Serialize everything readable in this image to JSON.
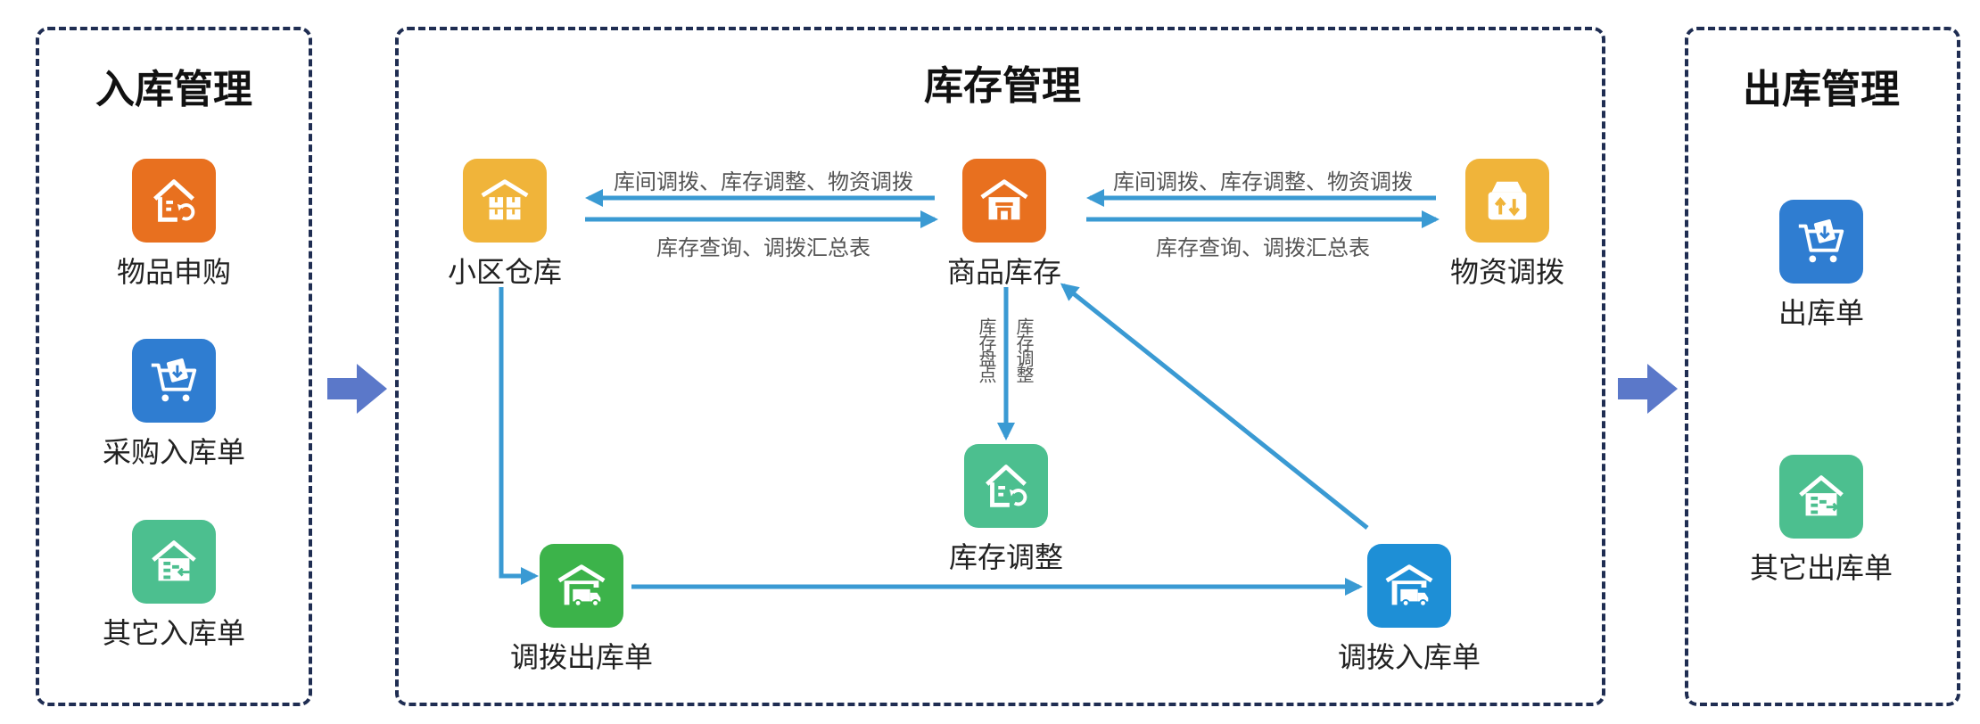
{
  "panels": {
    "inbound": {
      "title": "入库管理",
      "items": [
        {
          "label": "物品申购",
          "icon": "house-return-icon",
          "color": "#e8701f"
        },
        {
          "label": "采购入库单",
          "icon": "cart-download-icon",
          "color": "#2f7dd1"
        },
        {
          "label": "其它入库单",
          "icon": "house-inbound-icon",
          "color": "#4cbf8f"
        }
      ]
    },
    "inventory": {
      "title": "库存管理",
      "nodes": {
        "community": {
          "label": "小区仓库",
          "icon": "warehouse-boxes-icon",
          "color": "#f0b43a"
        },
        "goods": {
          "label": "商品库存",
          "icon": "store-icon",
          "color": "#e8701f"
        },
        "materials": {
          "label": "物资调拨",
          "icon": "box-transfer-icon",
          "color": "#f0b43a"
        },
        "adjust": {
          "label": "库存调整",
          "icon": "house-return-icon",
          "color": "#4cbf8f"
        },
        "transfer_out": {
          "label": "调拨出库单",
          "icon": "truck-warehouse-icon",
          "color": "#3cb34a"
        },
        "transfer_in": {
          "label": "调拨入库单",
          "icon": "truck-warehouse-icon",
          "color": "#1e8fd6"
        }
      },
      "edge_labels": {
        "top_left": "库间调拨、库存调整、物资调拨",
        "bottom_left": "库存查询、调拨汇总表",
        "top_right": "库间调拨、库存调整、物资调拨",
        "bottom_right": "库存查询、调拨汇总表",
        "stocktake": "库存盘点",
        "stock_adjust": "库存调整"
      }
    },
    "outbound": {
      "title": "出库管理",
      "items": [
        {
          "label": "出库单",
          "icon": "cart-download-icon",
          "color": "#2f7dd1"
        },
        {
          "label": "其它出库单",
          "icon": "house-outbound-icon",
          "color": "#4cbf8f"
        }
      ]
    }
  },
  "colors": {
    "edge": "#3a9ad3",
    "flow_arrow": "#5b78c9",
    "border": "#1f2d52"
  }
}
